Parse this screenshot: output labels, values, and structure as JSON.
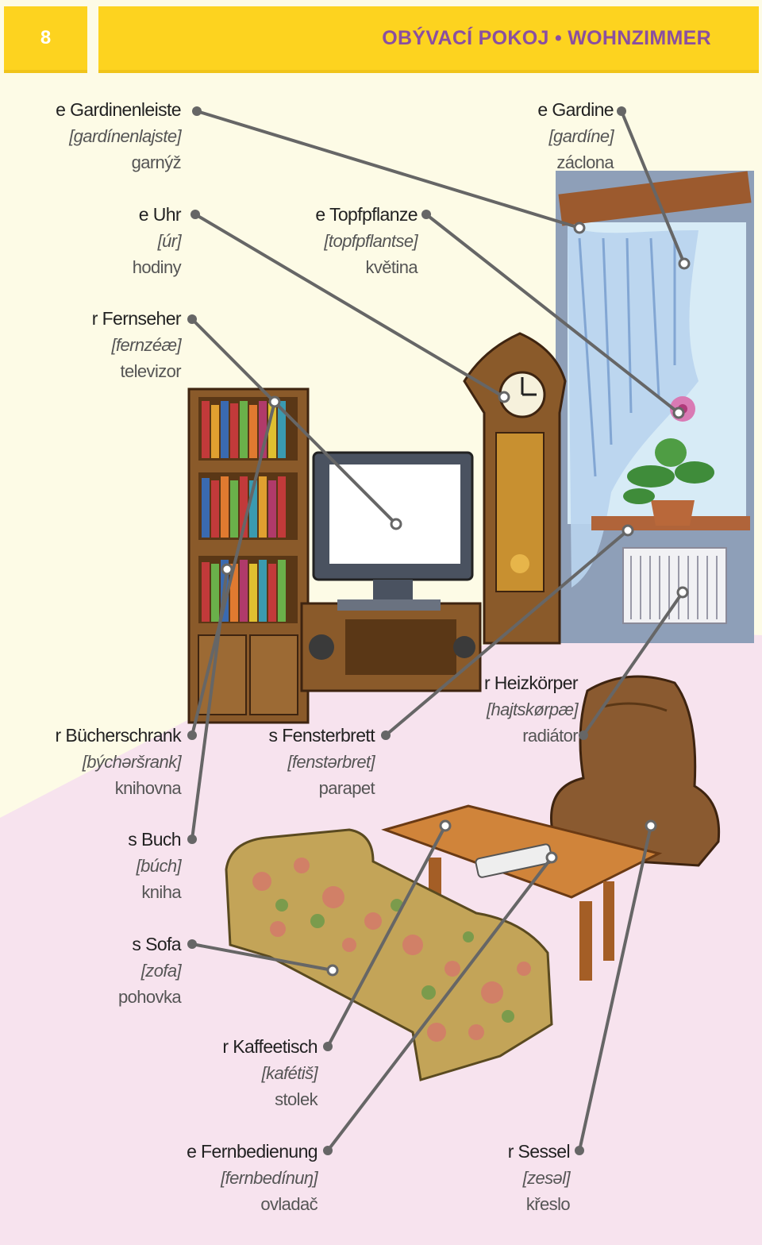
{
  "header": {
    "page_number": "8",
    "title": "OBÝVACÍ POKOJ • WOHNZIMMER"
  },
  "labels": {
    "gardinenleiste": {
      "de": "e Gardinenleiste",
      "ph": "[gardínenlajste]",
      "cz": "garnýž"
    },
    "gardine": {
      "de": "e Gardine",
      "ph": "[gardíne]",
      "cz": "záclona"
    },
    "uhr": {
      "de": "e Uhr",
      "ph": "[úr]",
      "cz": "hodiny"
    },
    "topfpflanze": {
      "de": "e Topfpflanze",
      "ph": "[topfpflantse]",
      "cz": "květina"
    },
    "fernseher": {
      "de": "r Fernseher",
      "ph": "[fernzéæ]",
      "cz": "televizor"
    },
    "buecherschrank": {
      "de": "r Bücherschrank",
      "ph": "[býchəršrank]",
      "cz": "knihovna"
    },
    "fensterbrett": {
      "de": "s Fensterbrett",
      "ph": "[fenstərbret]",
      "cz": "parapet"
    },
    "heizkoerper": {
      "de": "r Heizkörper",
      "ph": "[hajtskørpæ]",
      "cz": "radiátor"
    },
    "buch": {
      "de": "s Buch",
      "ph": "[búch]",
      "cz": "kniha"
    },
    "sofa": {
      "de": "s Sofa",
      "ph": "[zofa]",
      "cz": "pohovka"
    },
    "kaffeetisch": {
      "de": "r Kaffeetisch",
      "ph": "[kafétiš]",
      "cz": "stolek"
    },
    "fernbedienung": {
      "de": "e Fernbedienung",
      "ph": "[fernbedínuŋ]",
      "cz": "ovladač"
    },
    "sessel": {
      "de": "r Sessel",
      "ph": "[zesəl]",
      "cz": "křeslo"
    }
  },
  "colors": {
    "header_yellow": "#fdd31f",
    "title_purple": "#8a4fa0",
    "floor_pink": "#f7e3ee",
    "leader_gray": "#666666"
  }
}
